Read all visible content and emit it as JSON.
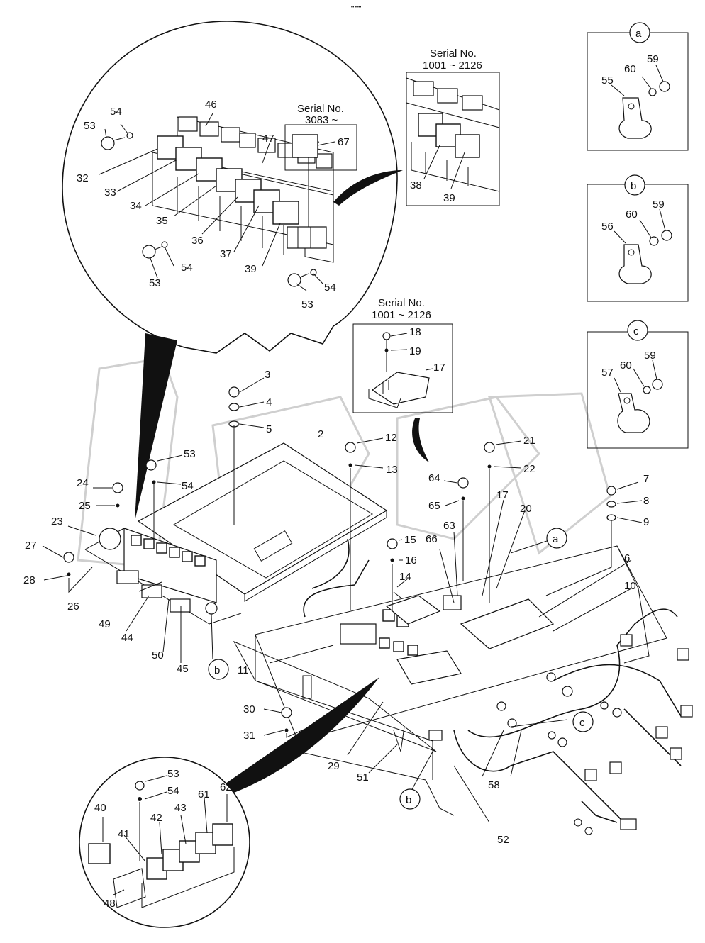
{
  "header_mark": "•• ••••",
  "insets": [
    {
      "id": "a",
      "label": "a"
    },
    {
      "id": "b",
      "label": "b"
    },
    {
      "id": "c",
      "label": "c"
    }
  ],
  "serial_labels": {
    "s3083_l1": "Serial No.",
    "s3083_l2": "3083 ~",
    "s1001a_l1": "Serial No.",
    "s1001a_l2": "1001 ~ 2126",
    "s1001b_l1": "Serial No.",
    "s1001b_l2": "1001 ~ 2126"
  },
  "refs": {
    "callout_a": "a",
    "callout_b1": "b",
    "callout_b2": "b",
    "callout_c": "c"
  },
  "parts": [
    "53",
    "54",
    "46",
    "47",
    "67",
    "32",
    "33",
    "34",
    "35",
    "36",
    "37",
    "39",
    "53",
    "54",
    "54",
    "53",
    "38",
    "39",
    "55",
    "60",
    "59",
    "56",
    "60",
    "59",
    "57",
    "60",
    "59",
    "18",
    "19",
    "17",
    "3",
    "4",
    "5",
    "2",
    "53",
    "54",
    "24",
    "25",
    "23",
    "27",
    "28",
    "26",
    "49",
    "44",
    "50",
    "45",
    "12",
    "13",
    "64",
    "65",
    "21",
    "22",
    "7",
    "8",
    "9",
    "17",
    "20",
    "63",
    "66",
    "15",
    "16",
    "14",
    "6",
    "10",
    "11",
    "30",
    "31",
    "29",
    "51",
    "58",
    "52",
    "53",
    "54",
    "40",
    "42",
    "43",
    "61",
    "62",
    "41",
    "48"
  ]
}
